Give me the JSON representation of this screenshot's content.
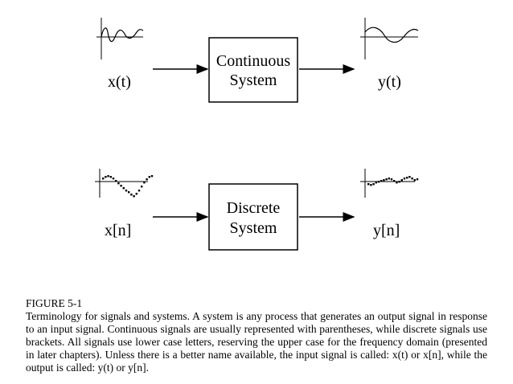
{
  "continuous": {
    "system_line1": "Continuous",
    "system_line2": "System",
    "input_label": "x(t)",
    "output_label": "y(t)"
  },
  "discrete": {
    "system_line1": "Discrete",
    "system_line2": "System",
    "input_label": "x[n]",
    "output_label": "y[n]"
  },
  "caption": {
    "title": "FIGURE 5-1",
    "body": "Terminology for signals and systems. A system is any process that generates an output signal in response to an input signal. Continuous signals are usually represented with parentheses, while discrete signals use brackets. All signals use lower case letters, reserving the upper case for the frequency domain (presented in later chapters). Unless there is a better name available, the input signal is called: x(t) or x[n], while the output is called: y(t) or y[n]."
  }
}
